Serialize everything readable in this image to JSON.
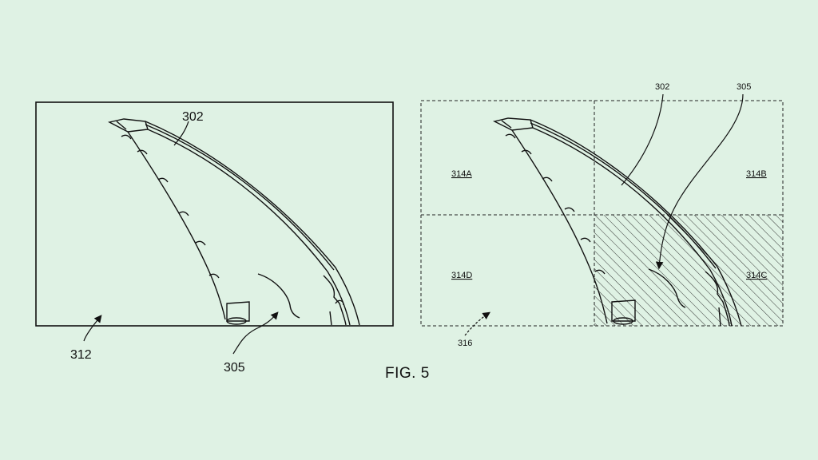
{
  "figure": {
    "caption": "FIG. 5",
    "left_panel": {
      "label_frame": "312",
      "label_pillar": "302",
      "label_region": "305"
    },
    "right_panel": {
      "label_grid": "316",
      "label_pillar": "302",
      "label_region": "305",
      "zones": {
        "top_left": "314A",
        "top_right": "314B",
        "bottom_right": "314C",
        "bottom_left": "314D"
      },
      "hatched_zone": "314C"
    }
  }
}
